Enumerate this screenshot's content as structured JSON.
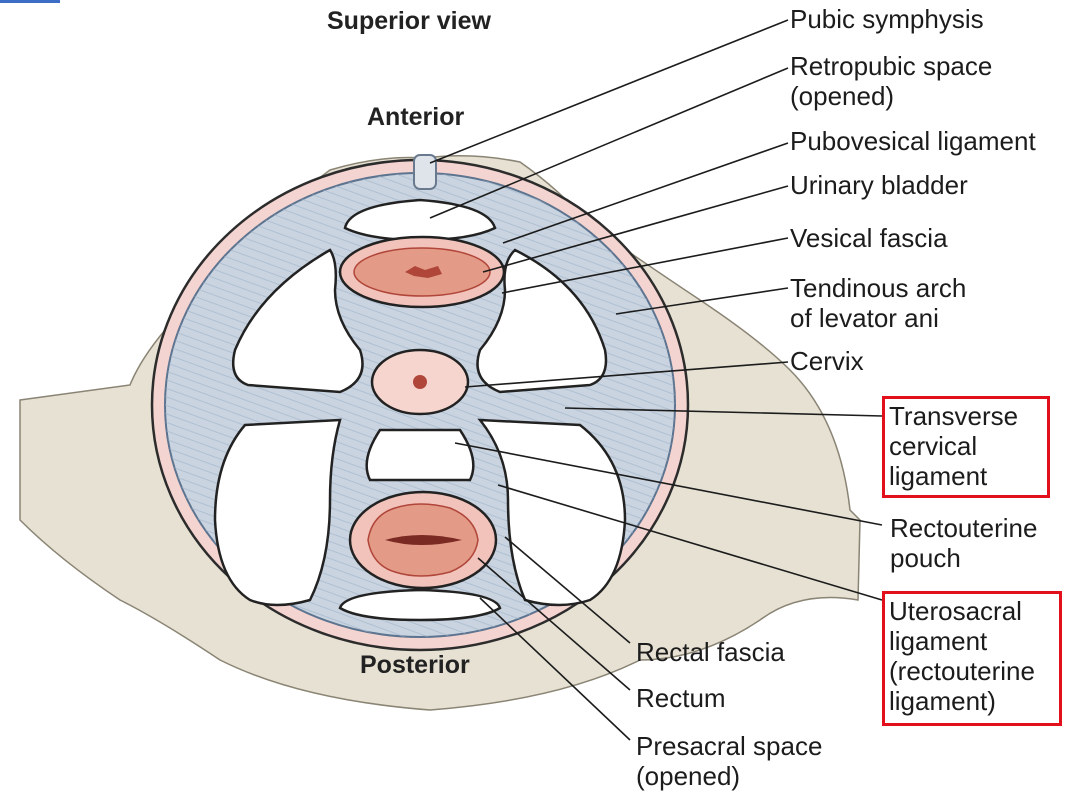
{
  "headings": {
    "view": "Superior view",
    "anterior": "Anterior",
    "posterior": "Posterior"
  },
  "labels": {
    "pubic_symphysis": [
      "Pubic symphysis"
    ],
    "retropubic_space": [
      "Retropubic space",
      "(opened)"
    ],
    "pubovesical_ligament": [
      "Pubovesical ligament"
    ],
    "urinary_bladder": [
      "Urinary bladder"
    ],
    "vesical_fascia": [
      "Vesical fascia"
    ],
    "tendinous_arch": [
      "Tendinous arch",
      "of levator ani"
    ],
    "cervix": [
      "Cervix"
    ],
    "transverse_cervical_ligament": [
      "Transverse",
      "cervical",
      "ligament"
    ],
    "rectouterine_pouch": [
      "Rectouterine",
      "pouch"
    ],
    "uterosacral_ligament": [
      "Uterosacral",
      "ligament",
      "(rectouterine",
      "ligament)"
    ],
    "rectal_fascia": [
      "Rectal fascia"
    ],
    "rectum": [
      "Rectum"
    ],
    "presacral_space": [
      "Presacral space",
      "(opened)"
    ]
  },
  "colors": {
    "bone": "#e6e1d3",
    "peritoneum_pink": "#f4d4d0",
    "fascia_blue": "#c9d4e0",
    "fascia_outline": "#5d7490",
    "organ_tissue": "#e39a87",
    "organ_dark": "#b0463a",
    "highlight_box": "#e3101c"
  }
}
